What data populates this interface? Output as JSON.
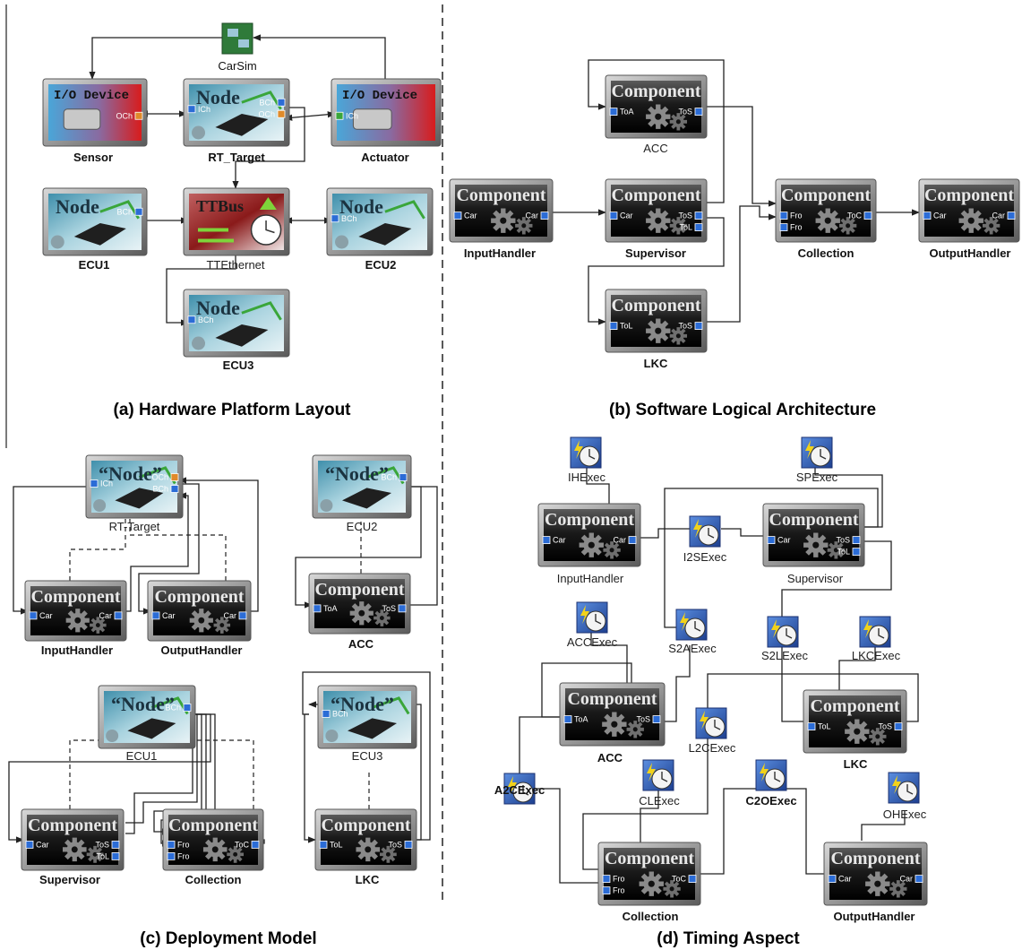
{
  "captions": {
    "a": "(a) Hardware Platform Layout",
    "b": "(b) Software Logical Architecture",
    "c": "(c) Deployment Model",
    "d": "(d) Timing Aspect"
  },
  "block_texts": {
    "component": "Component",
    "node": "Node",
    "node_quoted": "“Node”",
    "io_device": "I/O Device",
    "ttbus": "TTBus"
  },
  "hardware": {
    "carsim": "CarSim",
    "sensor": "Sensor",
    "rt_target": "RT_Target",
    "actuator": "Actuator",
    "ecu1": "ECU1",
    "ttethernet": "TTEthernet",
    "ecu2": "ECU2",
    "ecu3": "ECU3"
  },
  "software": {
    "acc": "ACC",
    "inputhandler": "InputHandler",
    "supervisor": "Supervisor",
    "collection": "Collection",
    "outputhandler": "OutputHandler",
    "lkc": "LKC"
  },
  "deployment": {
    "rt_target": "RT-Target",
    "inputhandler": "InputHandler",
    "outputhandler": "OutputHandler",
    "ecu2": "ECU2",
    "acc": "ACC",
    "ecu1": "ECU1",
    "ecu3": "ECU3",
    "supervisor": "Supervisor",
    "collection": "Collection",
    "lkc": "LKC"
  },
  "timing": {
    "ihexec": "IHExec",
    "spexec": "SPExec",
    "inputhandler": "InputHandler",
    "i2sexec": "I2SExec",
    "supervisor": "Supervisor",
    "accexec": "ACCExec",
    "s2aexec": "S2AExec",
    "s2lexec": "S2LExec",
    "lkcexec": "LKCExec",
    "acc": "ACC",
    "lkc": "LKC",
    "l2cexec": "L2CExec",
    "a2cexec": "A2CExec",
    "clexec": "CLExec",
    "c2oexec": "C2OExec",
    "ohexec": "OHExec",
    "collection": "Collection",
    "outputhandler": "OutputHandler"
  },
  "ports": {
    "och": "OCh",
    "ich": "ICh",
    "bch": "BCh",
    "car": "Car",
    "toa": "ToA",
    "tos": "ToS",
    "tol": "ToL",
    "toc": "ToC",
    "fro": "Fro"
  },
  "colors": {
    "frame": "#8c8c8c",
    "component_fill": "#1a1a1a",
    "node_fill": "#5fa6bd",
    "io_left": "#4aa6d8",
    "io_right": "#d81c1c",
    "ttbus": "#8a1a1a",
    "exec_icon": "#2a5db0"
  }
}
